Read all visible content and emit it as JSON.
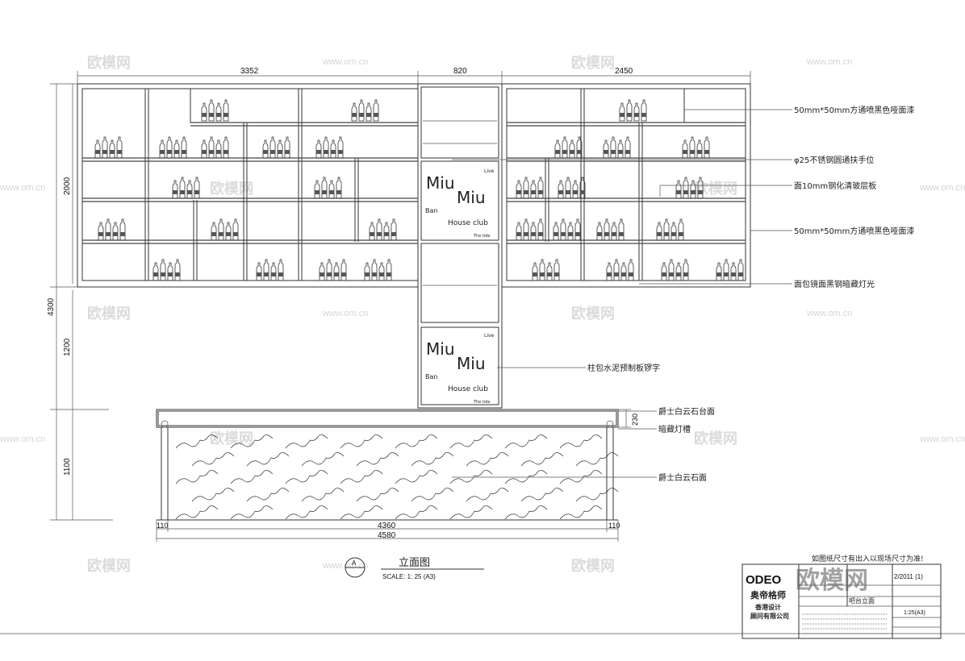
{
  "dimensions": {
    "top_left": "3352",
    "top_mid": "820",
    "top_right": "2450",
    "left_2000": "2000",
    "left_4300": "4300",
    "left_1200": "1200",
    "left_1100": "1100",
    "bottom_110_left": "110",
    "bottom_4360": "4360",
    "bottom_110_right": "110",
    "bottom_4580": "4580",
    "right_230": "230"
  },
  "callouts": [
    "50mm*50mm方通喷黑色哑面漆",
    "φ25不锈钢圆通扶手位",
    "面10mm钢化清玻层板",
    "50mm*50mm方通喷黑色哑面漆",
    "面包镜面黑钢暗藏灯光",
    "柱包水泥预制板锣字",
    "爵士白云石台面",
    "暗藏灯槽",
    "爵士白云石面"
  ],
  "logo": {
    "miu1": "Miu",
    "miu2": "Miu",
    "live": "Live",
    "ban": "Ban",
    "house": "House club",
    "tide": "The tide"
  },
  "title_block": {
    "view_letter": "A",
    "view_title": "立面图",
    "scale": "SCALE: 1: 25 (A3)",
    "note": "如图纸尺寸有出入以现场尺寸为准!",
    "brand": "ODEO",
    "company_cn": "奥帝格师",
    "company_sub1": "香港设计",
    "company_sub2": "顾问有限公司",
    "drawing_name": "吧台立面",
    "date": "2/2011 (1)",
    "scale_cell": "1:25(A3)"
  },
  "watermarks": [
    "欧模网",
    "www.om.cn"
  ]
}
